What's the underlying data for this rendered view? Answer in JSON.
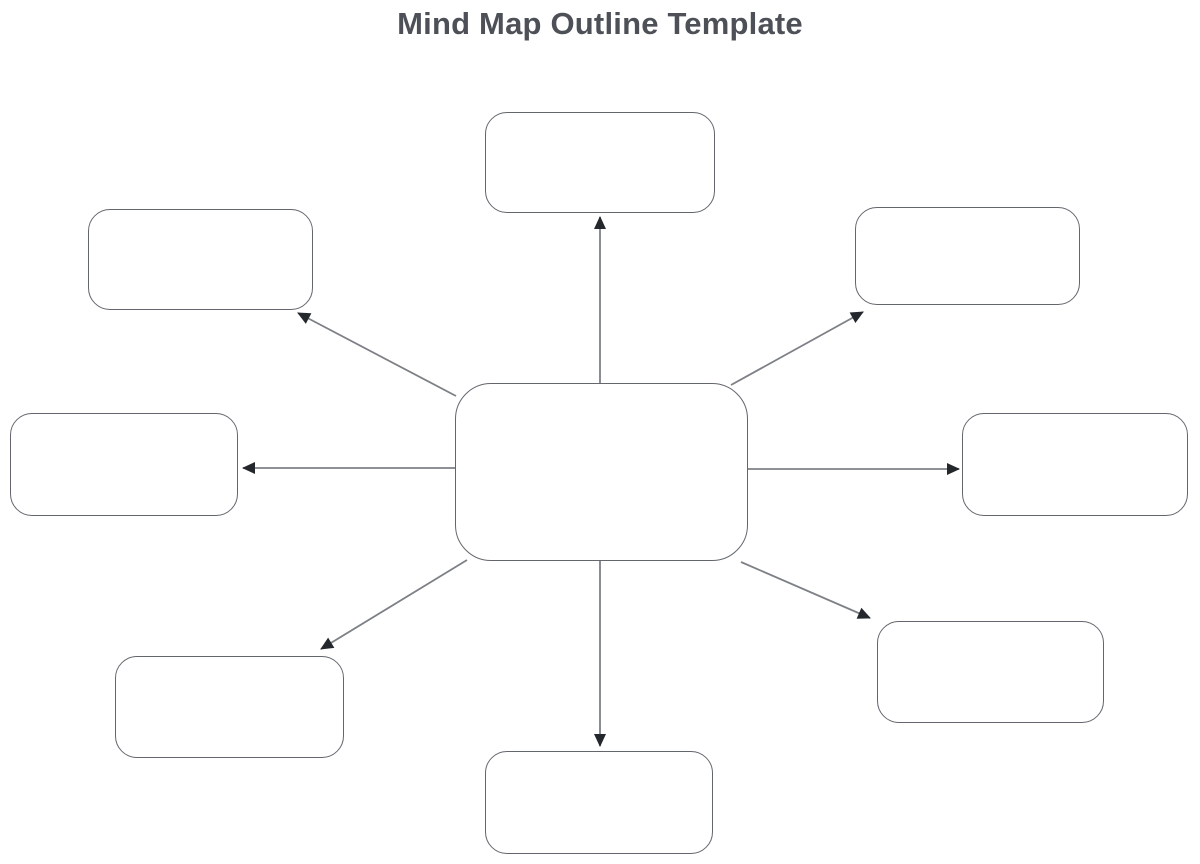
{
  "page": {
    "title": "Mind Map Outline Template",
    "background": "#ffffff"
  },
  "colors": {
    "title": "#4d5157",
    "node_border": "#63676d",
    "node_fill": "#ffffff",
    "connector_line": "#7d8186",
    "arrowhead": "#24282d"
  },
  "diagram": {
    "type": "mind-map",
    "center_node": {
      "id": "central-topic",
      "label": ""
    },
    "branch_nodes": [
      {
        "id": "top",
        "label": ""
      },
      {
        "id": "top-left",
        "label": ""
      },
      {
        "id": "top-right",
        "label": ""
      },
      {
        "id": "left",
        "label": ""
      },
      {
        "id": "right",
        "label": ""
      },
      {
        "id": "bottom-left",
        "label": ""
      },
      {
        "id": "bottom",
        "label": ""
      },
      {
        "id": "bottom-right",
        "label": ""
      }
    ],
    "connectors": [
      {
        "from": "central-topic",
        "to": "top",
        "arrowhead": true
      },
      {
        "from": "central-topic",
        "to": "top-left",
        "arrowhead": true
      },
      {
        "from": "central-topic",
        "to": "top-right",
        "arrowhead": true
      },
      {
        "from": "central-topic",
        "to": "left",
        "arrowhead": true
      },
      {
        "from": "central-topic",
        "to": "right",
        "arrowhead": true
      },
      {
        "from": "central-topic",
        "to": "bottom-left",
        "arrowhead": true
      },
      {
        "from": "central-topic",
        "to": "bottom",
        "arrowhead": true
      },
      {
        "from": "central-topic",
        "to": "bottom-right",
        "arrowhead": true
      }
    ]
  }
}
